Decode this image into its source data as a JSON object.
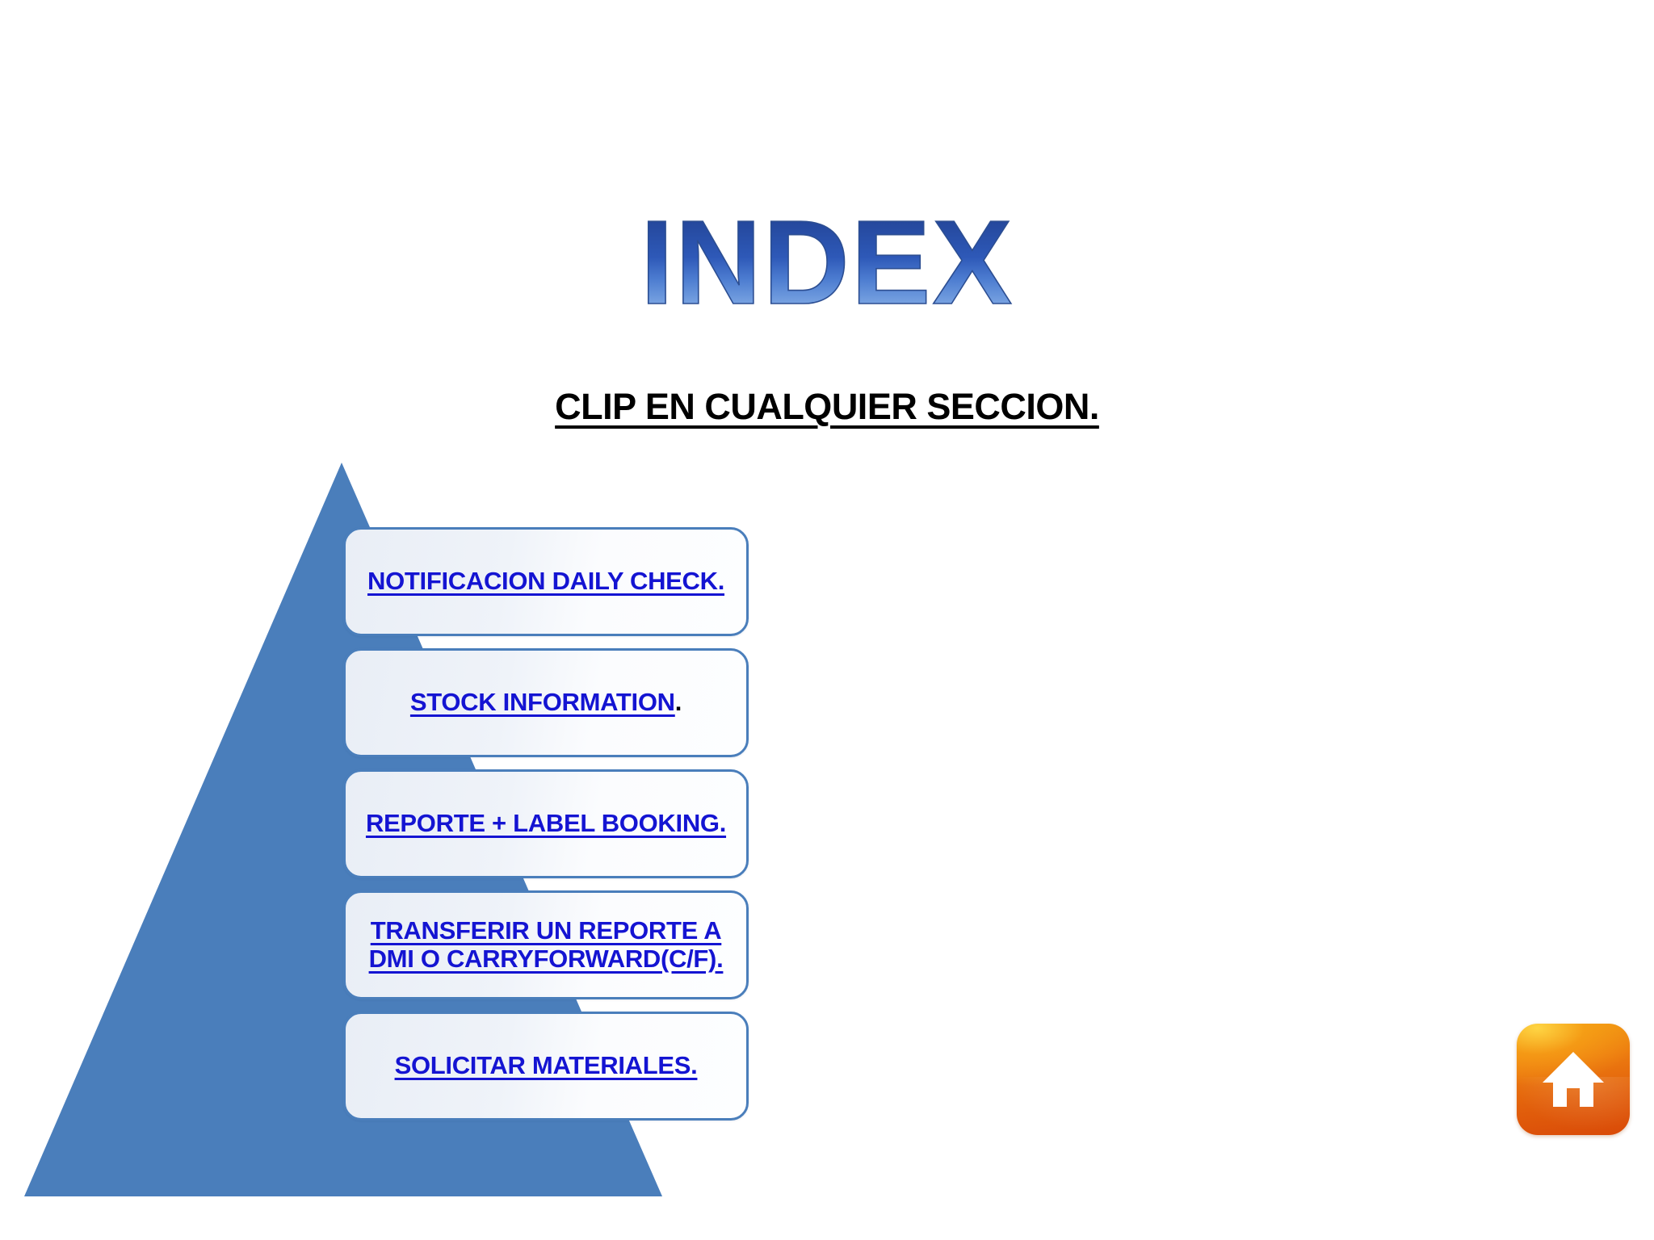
{
  "slide": {
    "title": "INDEX",
    "subtitle": "CLIP EN CUALQUIER SECCION.",
    "background_color": "#FFFFFF"
  },
  "colors": {
    "pyramid_blue": "#4A7EBB",
    "box_border": "#4A7EBB",
    "link_blue": "#1414D2",
    "title_gradient_top": "#1F3F8F",
    "title_gradient_bottom": "#9DC3EE",
    "home_orange_top": "#F09A12",
    "home_orange_bottom": "#D94A08",
    "subtitle_color": "#000000"
  },
  "pyramid": {
    "shape": "triangle",
    "fill": "#4A7EBB"
  },
  "index_items": [
    {
      "id": "notificacion-daily-check",
      "label": "NOTIFICACION DAILY CHECK.",
      "link_text": "NOTIFICACION DAILY CHECK.",
      "trailing_period_black": false,
      "lines": 1
    },
    {
      "id": "stock-information",
      "label": "STOCK INFORMATION.",
      "link_text": "STOCK INFORMATION",
      "trailing_period_black": true,
      "lines": 1
    },
    {
      "id": "reporte-label-booking",
      "label": "REPORTE + LABEL BOOKING.",
      "link_text": "REPORTE + LABEL BOOKING.",
      "trailing_period_black": false,
      "lines": 1
    },
    {
      "id": "transferir-reporte-dmi",
      "label": "TRANSFERIR UN REPORTE A\nDMI O CARRYFORWARD(C/F).",
      "link_text": "TRANSFERIR UN REPORTE A\nDMI O CARRYFORWARD(C/F).",
      "trailing_period_black": false,
      "lines": 2
    },
    {
      "id": "solicitar-materiales",
      "label": "SOLICITAR MATERIALES.",
      "link_text": "SOLICITAR MATERIALES.",
      "trailing_period_black": false,
      "lines": 1
    }
  ],
  "home_button": {
    "icon": "home-icon",
    "tooltip": "Home"
  }
}
